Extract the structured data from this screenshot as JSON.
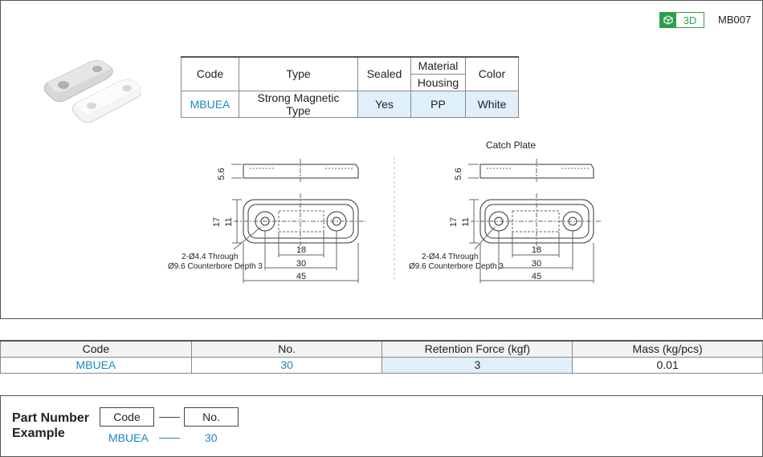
{
  "header": {
    "badge_3d": "3D",
    "series_code": "MB007",
    "colors": {
      "badge": "#2e9e4a",
      "link": "#1e88c7",
      "tint": "#dff0fb"
    }
  },
  "spec_table": {
    "headers": {
      "code": "Code",
      "type": "Type",
      "sealed": "Sealed",
      "material": "Material",
      "housing": "Housing",
      "color": "Color"
    },
    "row": {
      "code": "MBUEA",
      "type": "Strong Magnetic Type",
      "sealed": "Yes",
      "housing": "PP",
      "color": "White"
    }
  },
  "drawing": {
    "catch_plate_title": "Catch Plate",
    "thickness": "5.6",
    "height_outer": "17",
    "height_inner": "11",
    "hole_note_1": "2-Ø4.4 Through",
    "hole_note_2": "Ø9.6 Counterbore Depth 3",
    "dim_18": "18",
    "dim_30": "30",
    "dim_45": "45"
  },
  "perf_table": {
    "headers": {
      "code": "Code",
      "no": "No.",
      "retention": "Retention Force (kgf)",
      "mass": "Mass (kg/pcs)"
    },
    "row": {
      "code": "MBUEA",
      "no": "30",
      "retention": "3",
      "mass": "0.01"
    }
  },
  "part_number": {
    "title_line1": "Part Number",
    "title_line2": "Example",
    "code_label": "Code",
    "no_label": "No.",
    "code_value": "MBUEA",
    "no_value": "30"
  }
}
